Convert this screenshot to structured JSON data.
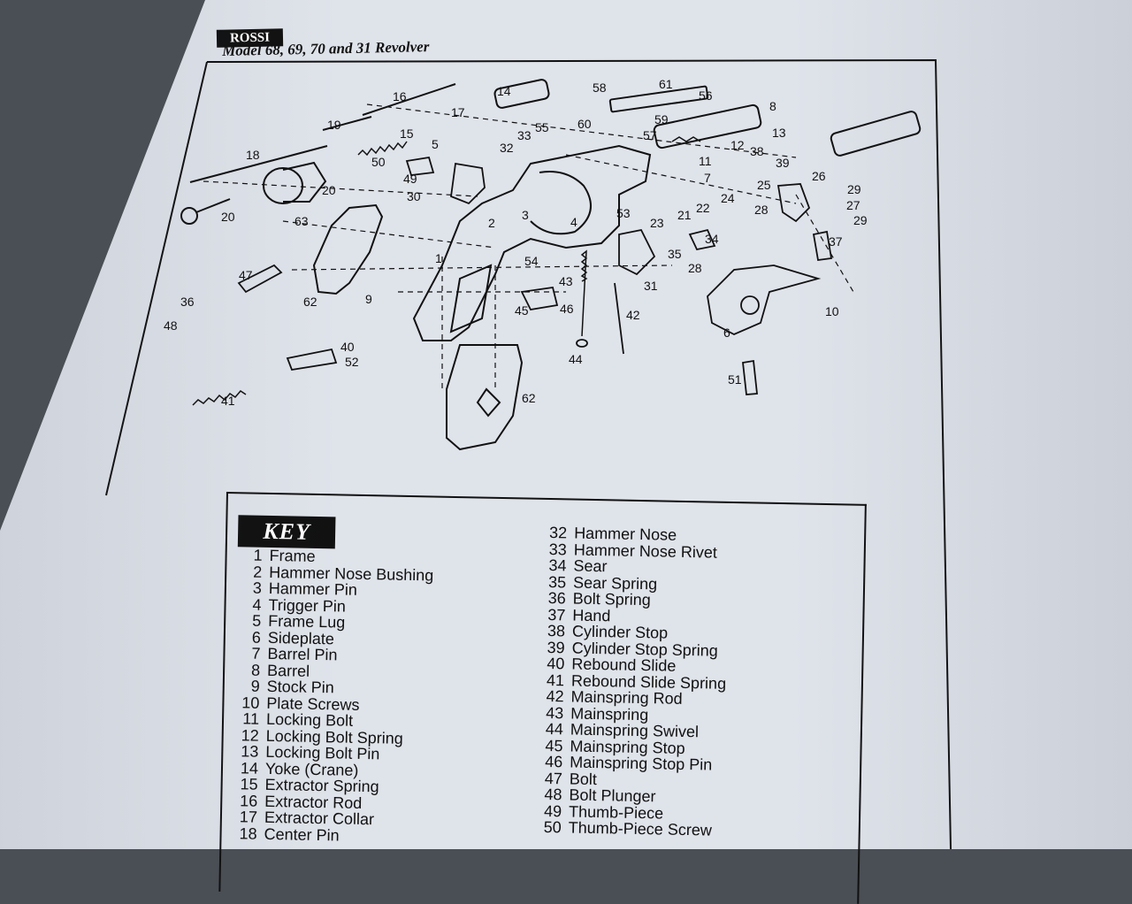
{
  "header": {
    "brand": "ROSSI",
    "title": "Model 68, 69, 70 and 31 Revolver"
  },
  "diagram": {
    "callouts": [
      "1",
      "2",
      "3",
      "4",
      "5",
      "6",
      "7",
      "8",
      "9",
      "10",
      "11",
      "12",
      "13",
      "14",
      "15",
      "16",
      "17",
      "18",
      "19",
      "20",
      "20",
      "21",
      "22",
      "23",
      "24",
      "25",
      "26",
      "27",
      "28",
      "28",
      "29",
      "29",
      "30",
      "31",
      "32",
      "33",
      "34",
      "35",
      "36",
      "37",
      "38",
      "39",
      "40",
      "41",
      "42",
      "43",
      "44",
      "45",
      "46",
      "47",
      "48",
      "49",
      "50",
      "51",
      "52",
      "53",
      "54",
      "55",
      "56",
      "57",
      "58",
      "59",
      "60",
      "61",
      "62",
      "62",
      "63"
    ]
  },
  "key": {
    "title": "KEY",
    "left": [
      {
        "num": "1",
        "name": "Frame"
      },
      {
        "num": "2",
        "name": "Hammer Nose Bushing"
      },
      {
        "num": "3",
        "name": "Hammer Pin"
      },
      {
        "num": "4",
        "name": "Trigger Pin"
      },
      {
        "num": "5",
        "name": "Frame Lug"
      },
      {
        "num": "6",
        "name": "Sideplate"
      },
      {
        "num": "7",
        "name": "Barrel Pin"
      },
      {
        "num": "8",
        "name": "Barrel"
      },
      {
        "num": "9",
        "name": "Stock Pin"
      },
      {
        "num": "10",
        "name": "Plate Screws"
      },
      {
        "num": "11",
        "name": "Locking Bolt"
      },
      {
        "num": "12",
        "name": "Locking Bolt Spring"
      },
      {
        "num": "13",
        "name": "Locking Bolt Pin"
      },
      {
        "num": "14",
        "name": "Yoke (Crane)"
      },
      {
        "num": "15",
        "name": "Extractor Spring"
      },
      {
        "num": "16",
        "name": "Extractor Rod"
      },
      {
        "num": "17",
        "name": "Extractor Collar"
      },
      {
        "num": "18",
        "name": "Center Pin"
      }
    ],
    "right": [
      {
        "num": "32",
        "name": "Hammer Nose"
      },
      {
        "num": "33",
        "name": "Hammer Nose Rivet"
      },
      {
        "num": "34",
        "name": "Sear"
      },
      {
        "num": "35",
        "name": "Sear Spring"
      },
      {
        "num": "36",
        "name": "Bolt Spring"
      },
      {
        "num": "37",
        "name": "Hand"
      },
      {
        "num": "38",
        "name": "Cylinder Stop"
      },
      {
        "num": "39",
        "name": "Cylinder Stop Spring"
      },
      {
        "num": "40",
        "name": "Rebound Slide"
      },
      {
        "num": "41",
        "name": "Rebound Slide Spring"
      },
      {
        "num": "42",
        "name": "Mainspring Rod"
      },
      {
        "num": "43",
        "name": "Mainspring"
      },
      {
        "num": "44",
        "name": "Mainspring Swivel"
      },
      {
        "num": "45",
        "name": "Mainspring Stop"
      },
      {
        "num": "46",
        "name": "Mainspring Stop Pin"
      },
      {
        "num": "47",
        "name": "Bolt"
      },
      {
        "num": "48",
        "name": "Bolt Plunger"
      },
      {
        "num": "49",
        "name": "Thumb-Piece"
      },
      {
        "num": "50",
        "name": "Thumb-Piece Screw"
      }
    ]
  },
  "colors": {
    "paper": "#dfe3ea",
    "ink": "#111111",
    "background": "#4a4e55"
  }
}
